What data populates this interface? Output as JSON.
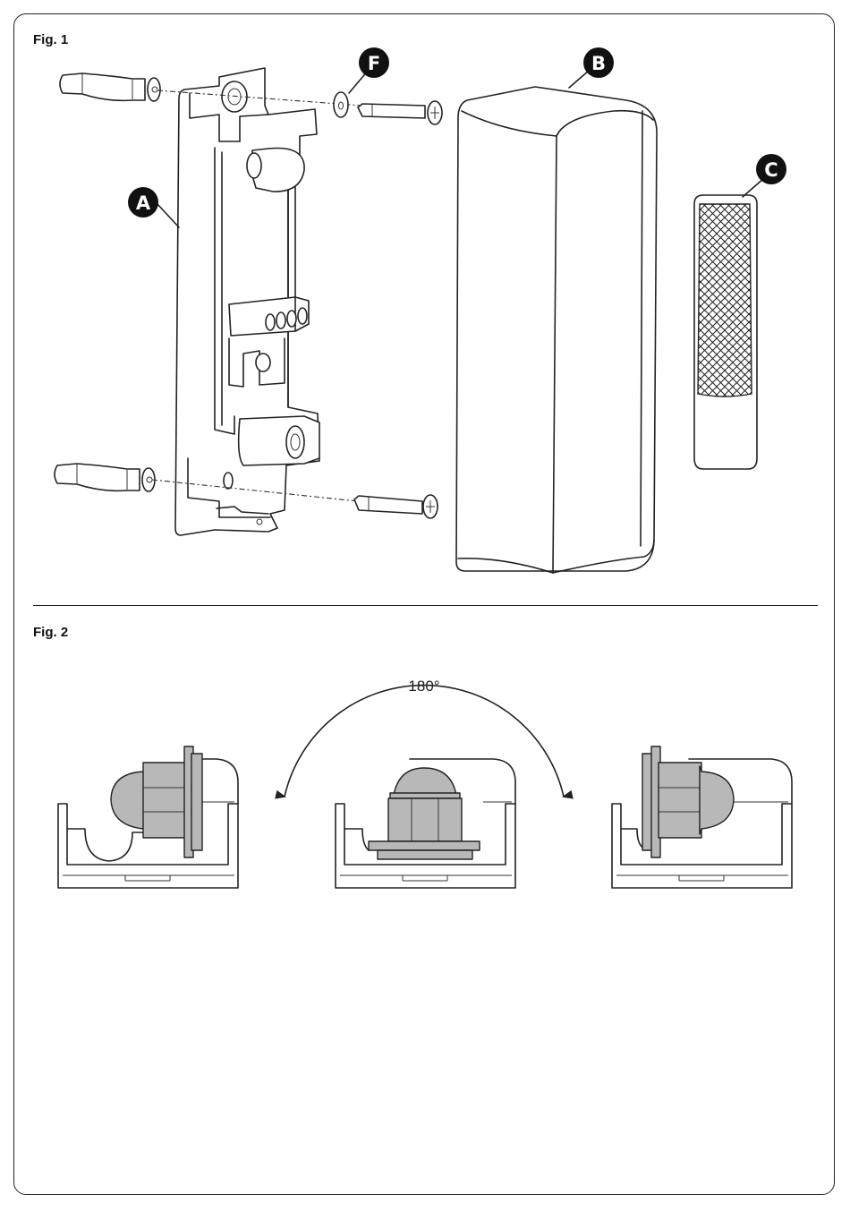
{
  "figures": [
    {
      "label": "Fig. 1"
    },
    {
      "label": "Fig. 2"
    }
  ],
  "callouts": {
    "a": "A",
    "b": "B",
    "c": "C",
    "f": "F"
  },
  "rotation": {
    "angle_label": "180°"
  }
}
